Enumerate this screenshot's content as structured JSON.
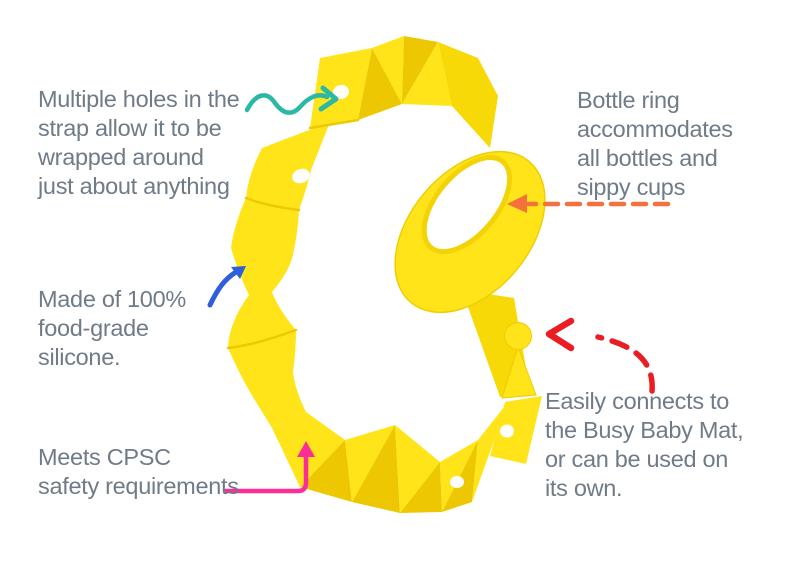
{
  "annotations": {
    "multiple_holes": {
      "lines": [
        "Multiple holes in the",
        "strap allow it to be",
        "wrapped around",
        "just about anything"
      ],
      "arrow": "teal-wavy-arrow",
      "arrow_color": "#2BB9A5"
    },
    "bottle_ring": {
      "lines": [
        "Bottle ring",
        "accommodates",
        "all bottles and",
        "sippy cups"
      ],
      "arrow": "orange-dashed-arrow",
      "arrow_color": "#F4713C"
    },
    "food_grade": {
      "lines": [
        "Made of 100%",
        "food-grade",
        "silicone."
      ],
      "arrow": "blue-curved-arrow",
      "arrow_color": "#2D5FD9"
    },
    "cpsc": {
      "lines": [
        "Meets CPSC",
        "safety requirements"
      ],
      "arrow": "pink-elbow-arrow",
      "arrow_color": "#FA2E96"
    },
    "connects": {
      "lines": [
        "Easily connects to",
        "the Busy Baby Mat,",
        "or can be used on",
        "its own."
      ],
      "arrow": "red-dashed-curved-arrow",
      "arrow_color": "#EA1D25"
    }
  },
  "product": {
    "kind": "yellow silicone zigzag strap with bottle ring and ball-peg connector",
    "colors": {
      "base_yellow": "#FFE41A",
      "fold_shadow_yellow": "#EDC702",
      "mid_yellow": "#F8D908",
      "text_gray": "#6F7B87",
      "background": "#FFFFFF"
    }
  }
}
